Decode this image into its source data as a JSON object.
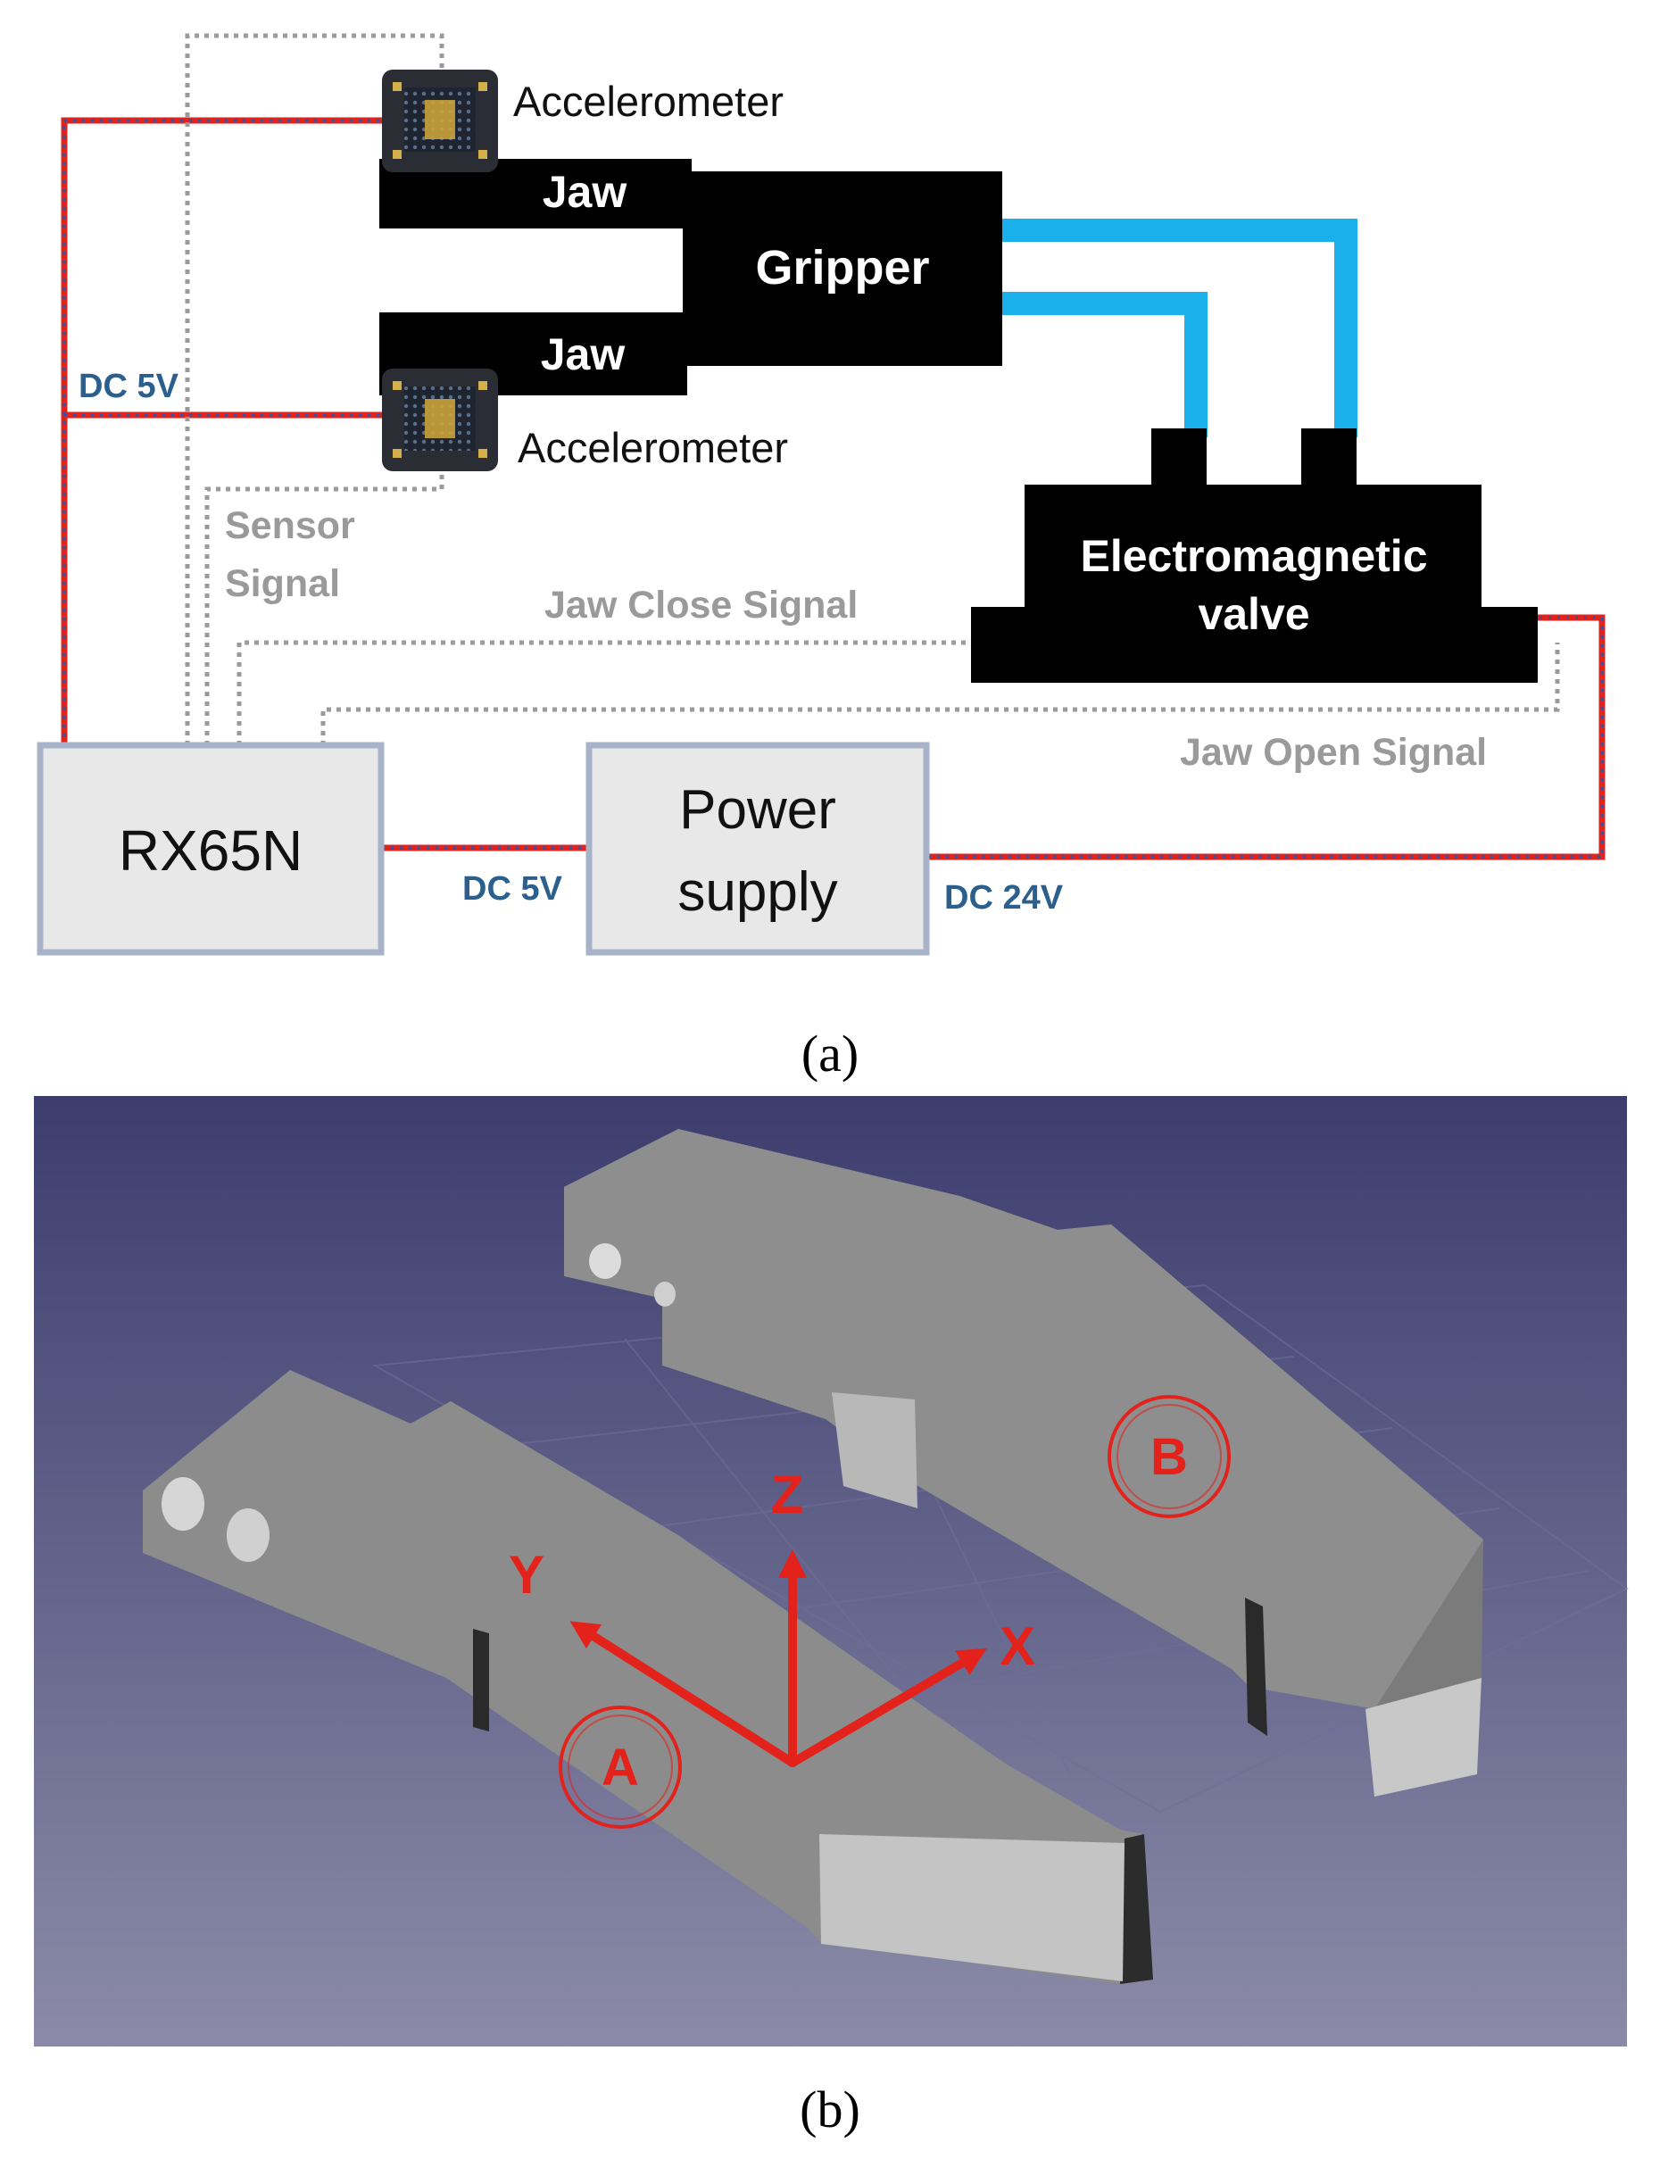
{
  "panel_a": {
    "caption": "(a)",
    "components": {
      "accelerometer_top": "Accelerometer",
      "accelerometer_bottom": "Accelerometer",
      "jaw_top": "Jaw",
      "jaw_bottom": "Jaw",
      "gripper": "Gripper",
      "valve_line1": "Electromagnetic",
      "valve_line2": "valve",
      "mcu": "RX65N",
      "power_line1": "Power",
      "power_line2": "supply"
    },
    "signals": {
      "dc5v_left": "DC 5V",
      "dc5v_mid": "DC 5V",
      "dc24v": "DC 24V",
      "sensor_line1": "Sensor",
      "sensor_line2": "Signal",
      "jaw_close": "Jaw Close Signal",
      "jaw_open": "Jaw Open Signal"
    },
    "colors": {
      "power_line": "#e3221c",
      "power_line_dots": "#2f55a4",
      "signal_line": "#9a9a9a",
      "air_tube": "#19b0ec",
      "block": "#000000",
      "box_fill": "#e8e8e8",
      "box_border": "#a7b3c8"
    }
  },
  "panel_b": {
    "caption": "(b)",
    "axes": {
      "x": "X",
      "y": "Y",
      "z": "Z"
    },
    "part_labels": {
      "a": "A",
      "b": "B"
    },
    "colors": {
      "background_top": "#3c3d6e",
      "background_bottom": "#8b8ba8",
      "part": "#8f8f8f",
      "axis": "#e3221c"
    }
  }
}
